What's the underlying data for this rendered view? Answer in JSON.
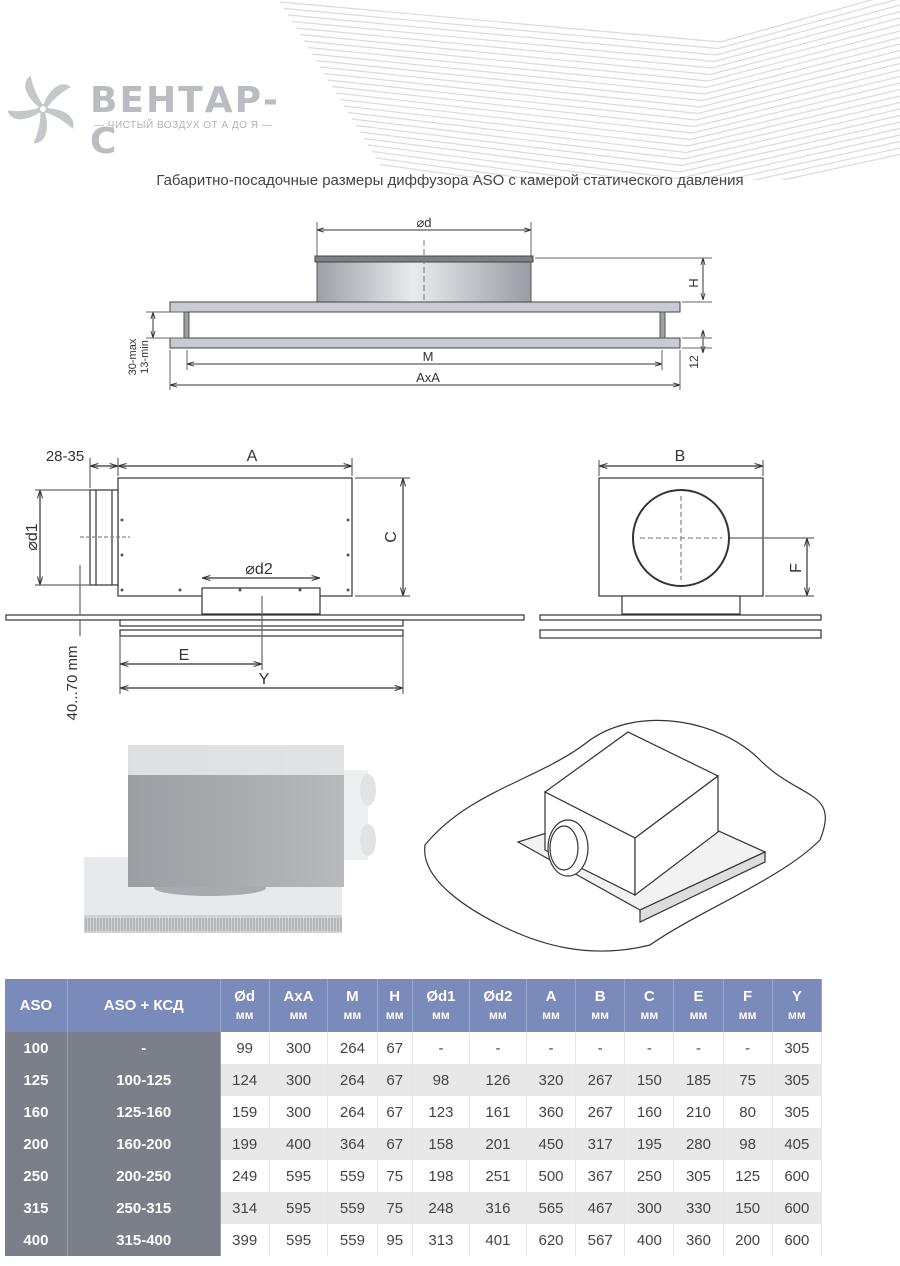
{
  "brand": {
    "name": "ВЕНТАР-С",
    "tagline": "— ЧИСТЫЙ ВОЗДУХ ОТ А ДО Я —"
  },
  "title": "Габаритно-посадочные размеры диффузора ASO с камерой статического давления",
  "colors": {
    "table_header": "#7a8aba",
    "first_columns": "#7b7f8a",
    "stripe": "#e8e8e8"
  },
  "drawing_top": {
    "d": "⌀d",
    "H": "H",
    "M": "M",
    "AxA": "AxA",
    "gap": "30-max\n13-min",
    "gap_max": "30-max",
    "gap_min": "13-min",
    "twelve": "12"
  },
  "drawing_side": {
    "range": "28-35",
    "A": "A",
    "d1": "⌀d1",
    "C": "C",
    "d2": "⌀d2",
    "E": "E",
    "Y": "Y",
    "ceiling": "40...70 mm"
  },
  "drawing_front": {
    "B": "B",
    "F": "F"
  },
  "table": {
    "headers": [
      {
        "label": "ASO",
        "unit": ""
      },
      {
        "label": "ASO + КСД",
        "unit": ""
      },
      {
        "label": "Ød",
        "unit": "мм"
      },
      {
        "label": "AxA",
        "unit": "мм"
      },
      {
        "label": "M",
        "unit": "мм"
      },
      {
        "label": "H",
        "unit": "мм"
      },
      {
        "label": "Ød1",
        "unit": "мм"
      },
      {
        "label": "Ød2",
        "unit": "мм"
      },
      {
        "label": "A",
        "unit": "мм"
      },
      {
        "label": "B",
        "unit": "мм"
      },
      {
        "label": "C",
        "unit": "мм"
      },
      {
        "label": "E",
        "unit": "мм"
      },
      {
        "label": "F",
        "unit": "мм"
      },
      {
        "label": "Y",
        "unit": "мм"
      }
    ],
    "rows": [
      [
        "100",
        "-",
        "99",
        "300",
        "264",
        "67",
        "-",
        "-",
        "-",
        "-",
        "-",
        "-",
        "-",
        "305"
      ],
      [
        "125",
        "100-125",
        "124",
        "300",
        "264",
        "67",
        "98",
        "126",
        "320",
        "267",
        "150",
        "185",
        "75",
        "305"
      ],
      [
        "160",
        "125-160",
        "159",
        "300",
        "264",
        "67",
        "123",
        "161",
        "360",
        "267",
        "160",
        "210",
        "80",
        "305"
      ],
      [
        "200",
        "160-200",
        "199",
        "400",
        "364",
        "67",
        "158",
        "201",
        "450",
        "317",
        "195",
        "280",
        "98",
        "405"
      ],
      [
        "250",
        "200-250",
        "249",
        "595",
        "559",
        "75",
        "198",
        "251",
        "500",
        "367",
        "250",
        "305",
        "125",
        "600"
      ],
      [
        "315",
        "250-315",
        "314",
        "595",
        "559",
        "75",
        "248",
        "316",
        "565",
        "467",
        "300",
        "330",
        "150",
        "600"
      ],
      [
        "400",
        "315-400",
        "399",
        "595",
        "559",
        "95",
        "313",
        "401",
        "620",
        "567",
        "400",
        "360",
        "200",
        "600"
      ]
    ]
  }
}
